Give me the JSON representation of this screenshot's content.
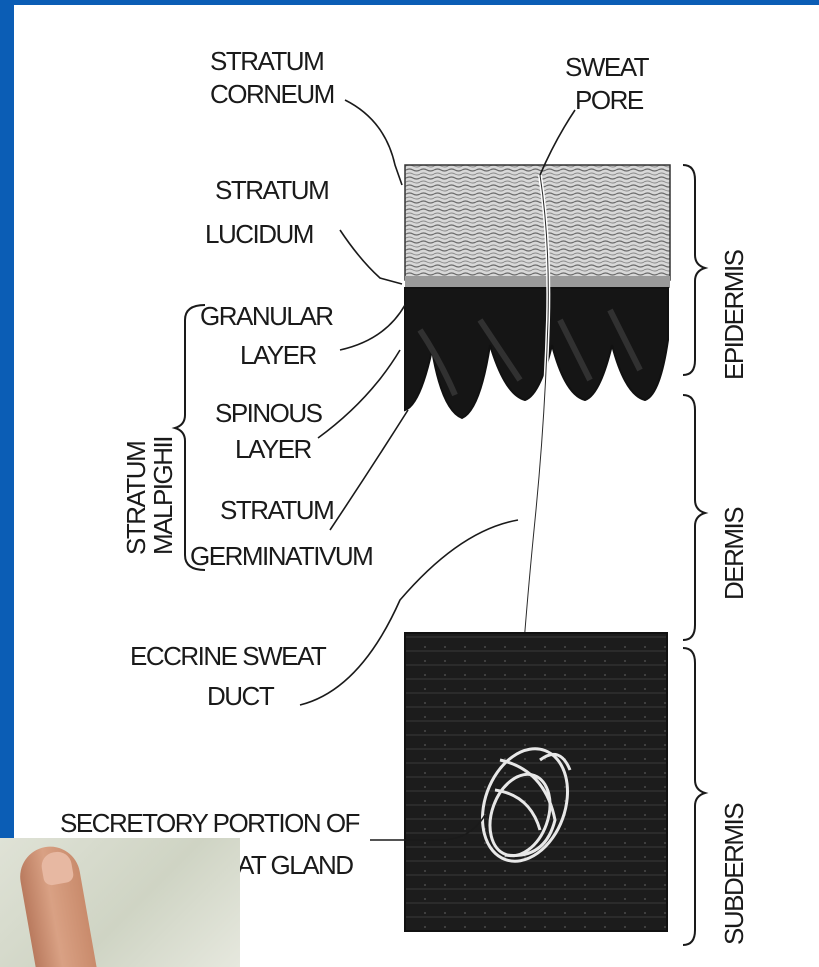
{
  "labels": {
    "stratum_corneum": [
      "STRATUM",
      "CORNEUM"
    ],
    "sweat_pore": [
      "SWEAT",
      "PORE"
    ],
    "stratum_lucidum": [
      "STRATUM",
      "LUCIDUM"
    ],
    "granular_layer": [
      "GRANULAR",
      "LAYER"
    ],
    "spinous_layer": [
      "SPINOUS",
      "LAYER"
    ],
    "stratum_germinativum": [
      "STRATUM",
      "GERMINATIVUM"
    ],
    "stratum_malpighii": [
      "STRATUM",
      "MALPIGHII"
    ],
    "eccrine_duct": [
      "ECCRINE SWEAT",
      "DUCT"
    ],
    "secretory_portion": [
      "SECRETORY PORTION OF",
      "ECCRINE SWEAT GLAND"
    ],
    "epidermis": "EPIDERMIS",
    "dermis": "DERMIS",
    "subdermis": "SUBDERMIS"
  },
  "colors": {
    "frame_blue": "#0b5db5",
    "ink": "#1a1a1a",
    "dark_tissue": "#1b1b1b"
  }
}
